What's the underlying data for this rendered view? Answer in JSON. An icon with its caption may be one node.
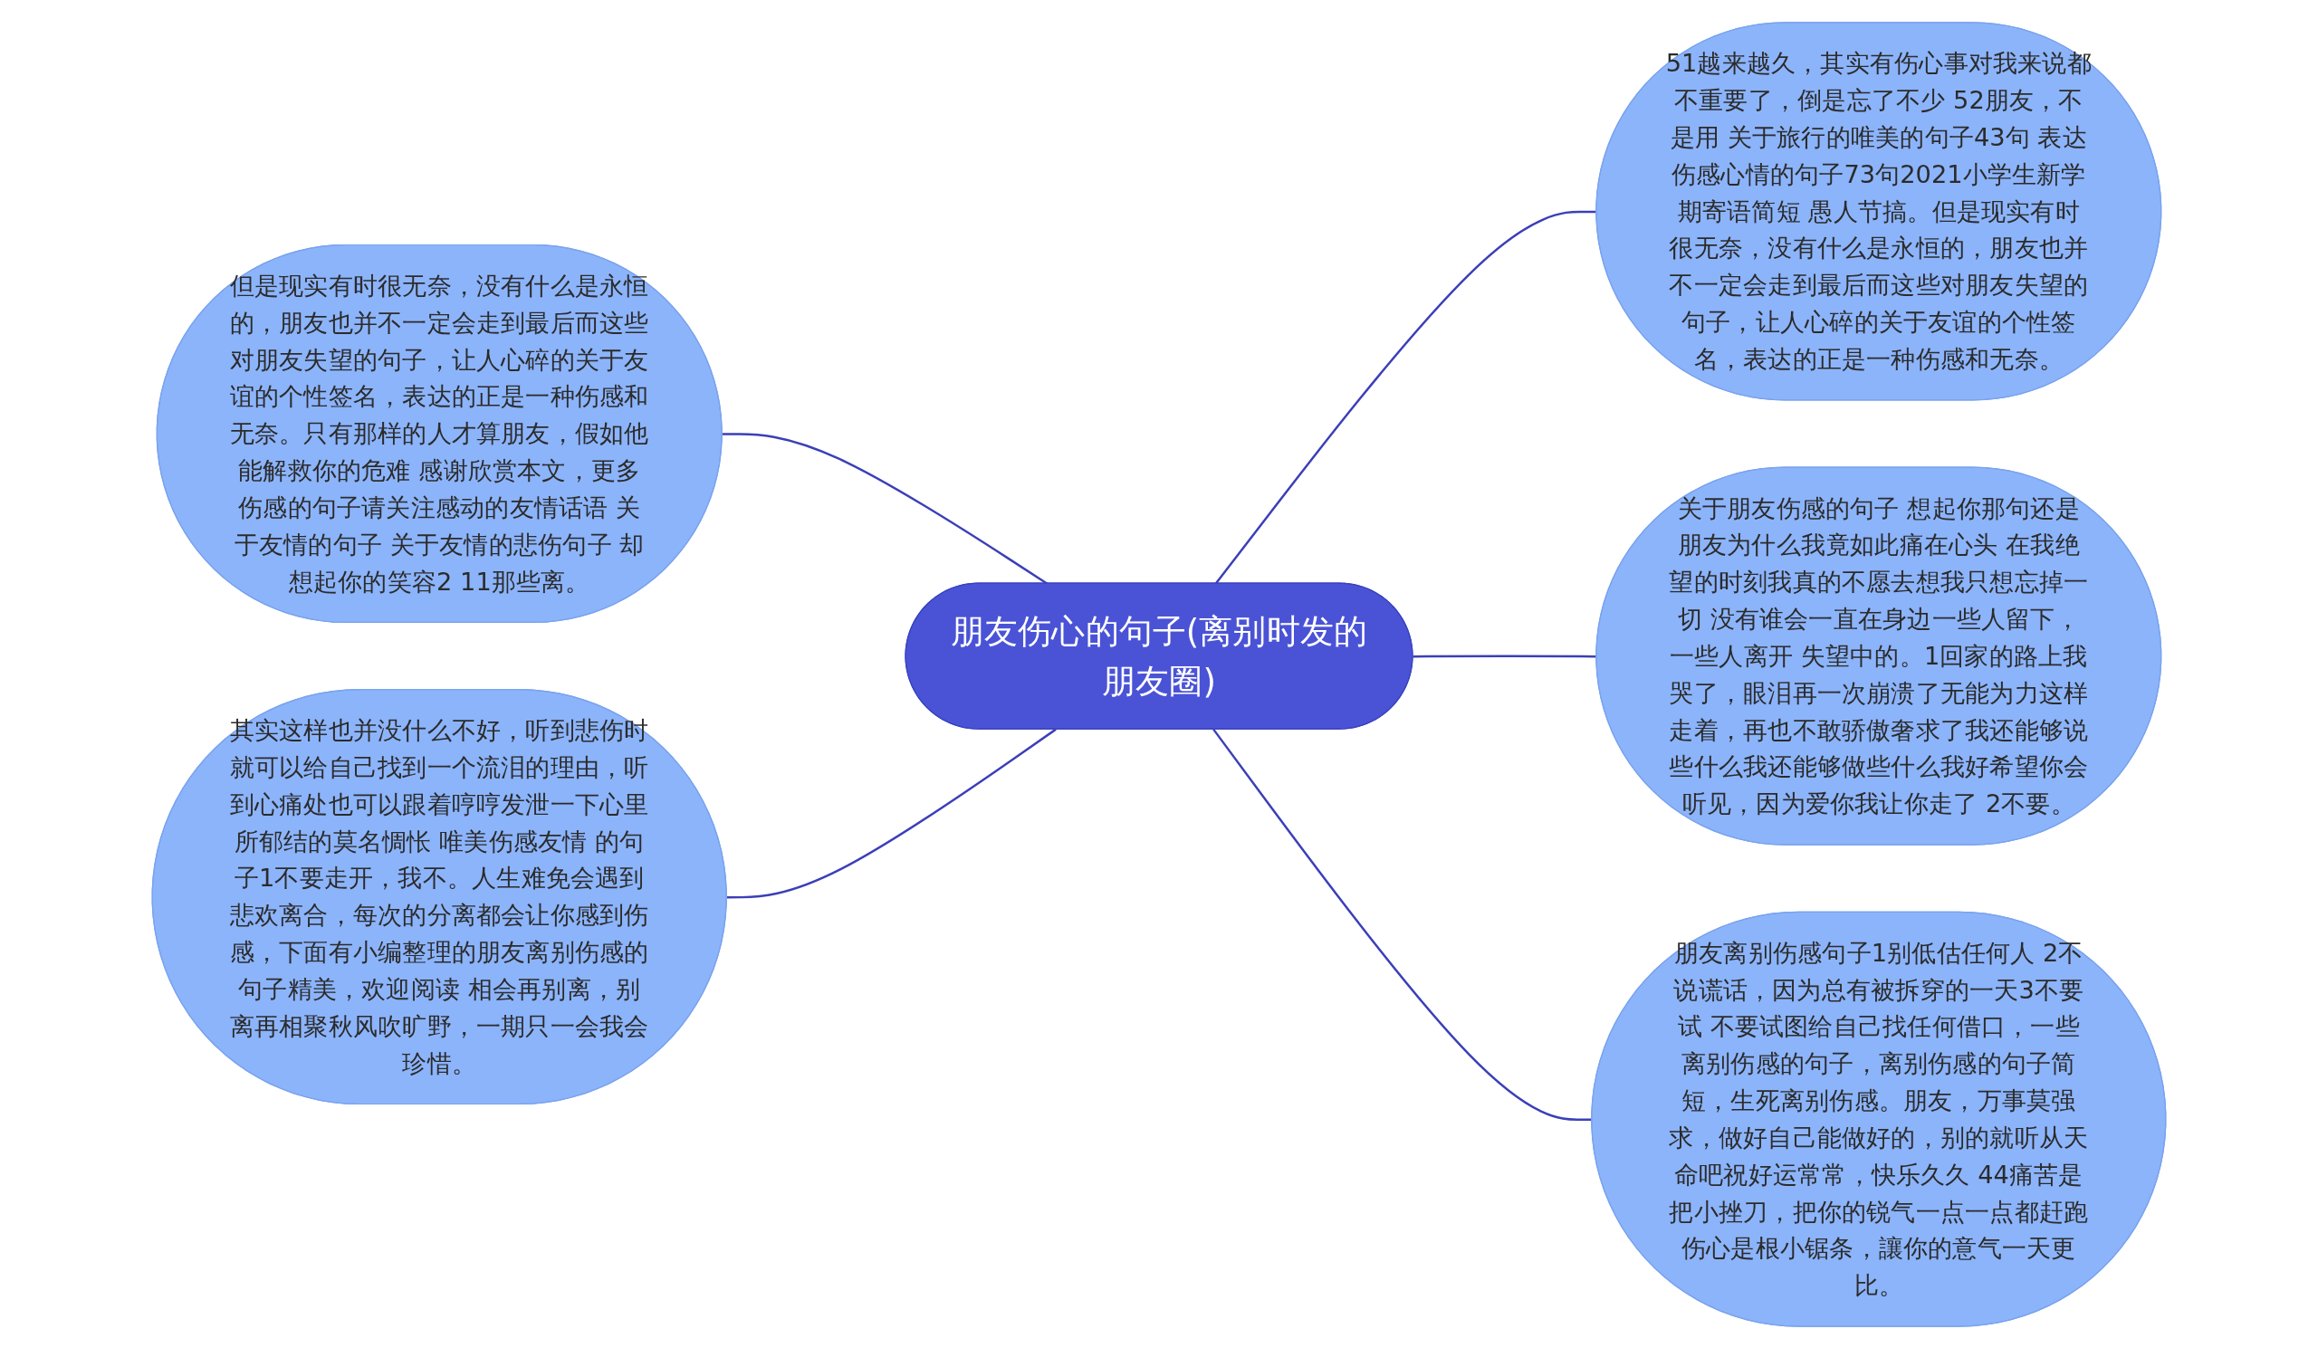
{
  "diagram": {
    "nodes": [
      {
        "text": [
          "朋友伤心的句子(离别时发的朋友圈)"
        ]
      },
      {
        "text": [
          "但是现实有时很无奈，没有什么是永恒的，朋友也并不一定会走到最后而这些对朋友失望的句子，让人心碎的关于友谊的个性签名，表达的正是一种伤感和无奈。只有那样的人才算朋友，假如他能解救你的危难 感谢欣赏本文，更多伤感的句子请关注感动的友情话语 关于友情的句子 关于友情的悲伤句子 却想起你的笑容2 11那些离。"
        ]
      },
      {
        "text": [
          "其实这样也并没什么不好，听到悲伤时就可以给自己找到一个流泪的理由，听到心痛处也可以跟着哼哼发泄一下心里所郁结的莫名惆怅 唯美伤感友情 的句子1不要走开，我不。人生难免会遇到悲欢离合，每次的分离都会让你感到伤感，下面有小编整理的朋友离别伤感的句子精美，欢迎阅读 相会再别离，别离再相聚秋风吹旷野，一期只一会我会珍惜。"
        ]
      },
      {
        "text": [
          "51越来越久，其实有伤心事对我来说都不重要了，倒是忘了不少 52朋友，不是用 关于旅行的唯美的句子43句 表达伤感心情的句子73句2021小学生新学期寄语简短 愚人节搞。但是现实有时很无奈，没有什么是永恒的，朋友也并不一定会走到最后而这些对朋友失望的句子，让人心碎的关于友谊的个性签名，表达的正是一种伤感和无奈。"
        ]
      },
      {
        "text": [
          "关于朋友伤感的句子 想起你那句还是朋友为什么我竟如此痛在心头 在我绝望的时刻我真的不愿去想我只想忘掉一切 没有谁会一直在身边一些人留下，一些人离开 失望中的。1回家的路上我哭了，眼泪再一次崩溃了无能为力这样走着，再也不敢骄傲奢求了我还能够说些什么我还能够做些什么我好希望你会听见，因为爱你我让你走了 2不要。"
        ]
      },
      {
        "text": [
          "朋友离别伤感句子1别低估任何人 2不说谎话，因为总有被拆穿的一天3不要试 不要试图给自己找任何借口，一些离别伤感的句子，离别伤感的句子简短，生死离别伤感。朋友，万事莫强求，做好自己能做好的，别的就听从天命吧祝好运常常，快乐久久 44痛苦是把小挫刀，把你的锐气一点一点都赶跑伤心是根小锯条，讓你的意气一天更比。"
        ]
      }
    ],
    "edges": [
      {
        "from": 0,
        "to": 1,
        "arrow": "none"
      },
      {
        "from": 0,
        "to": 2,
        "arrow": "none"
      },
      {
        "from": 0,
        "to": 3,
        "arrow": "none"
      },
      {
        "from": 0,
        "to": 4,
        "arrow": "none"
      },
      {
        "from": 0,
        "to": 5,
        "arrow": "none"
      }
    ]
  }
}
